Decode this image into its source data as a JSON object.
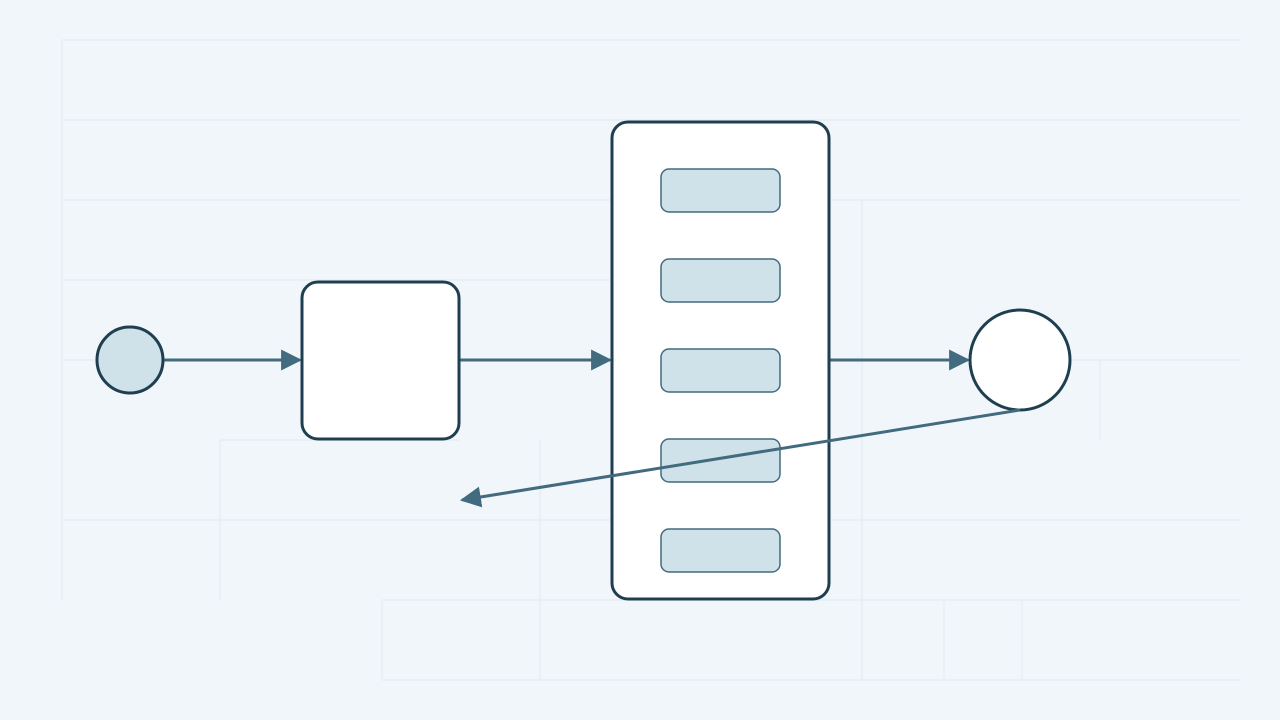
{
  "colors": {
    "background": "#f1f6fa",
    "faint_lines": "#e6eef4",
    "node_stroke": "#1f3f51",
    "node_fill": "#ffffff",
    "accent_fill": "#cfe1e9",
    "edge_stroke": "#426b7f"
  },
  "diagram": {
    "nodes": [
      {
        "id": "start",
        "shape": "circle",
        "label": ""
      },
      {
        "id": "step",
        "shape": "rounded-rect",
        "label": ""
      },
      {
        "id": "group",
        "shape": "rounded-rect",
        "label": "",
        "items": [
          "",
          "",
          "",
          "",
          ""
        ]
      },
      {
        "id": "end",
        "shape": "circle",
        "label": ""
      }
    ],
    "edges": [
      {
        "from": "start",
        "to": "step"
      },
      {
        "from": "step",
        "to": "group"
      },
      {
        "from": "group",
        "to": "end"
      },
      {
        "from": "end",
        "to": "step-below"
      }
    ]
  }
}
